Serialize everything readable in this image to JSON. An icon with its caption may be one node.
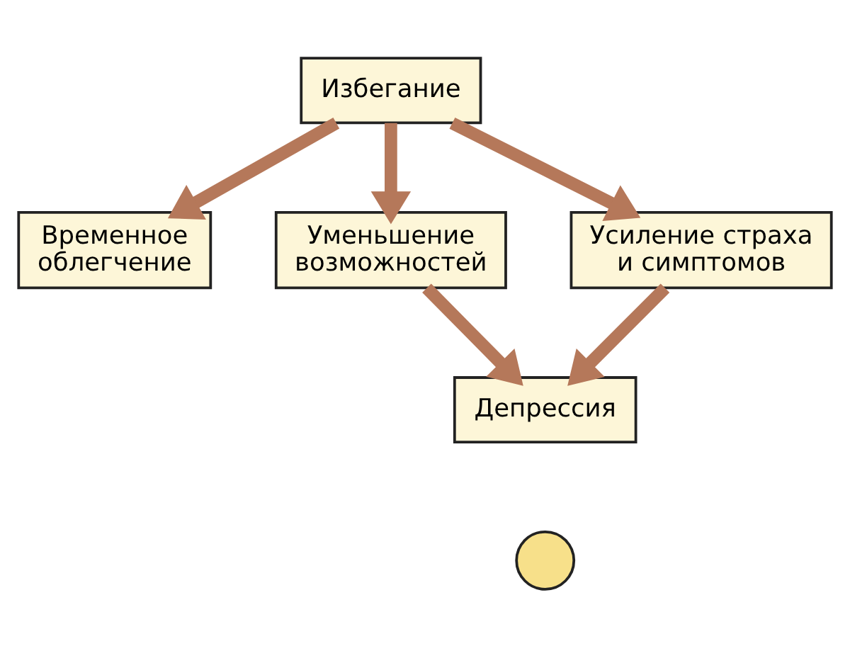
{
  "diagram": {
    "nodes": [
      {
        "text": [
          "Избегание"
        ]
      },
      {
        "text": [
          "Временное облегчение"
        ]
      },
      {
        "text": [
          "Уменьшение возможностей"
        ]
      },
      {
        "text": [
          "Усиление страха и симптомов"
        ]
      },
      {
        "text": [
          "Депрессия"
        ]
      },
      {
        "text": [],
        "shape": "circle"
      }
    ],
    "edges": [
      {
        "from": 0,
        "to": 1,
        "arrow": "to"
      },
      {
        "from": 0,
        "to": 2,
        "arrow": "to"
      },
      {
        "from": 0,
        "to": 3,
        "arrow": "to"
      },
      {
        "from": 2,
        "to": 4,
        "arrow": "to"
      },
      {
        "from": 3,
        "to": 4,
        "arrow": "to"
      }
    ]
  }
}
